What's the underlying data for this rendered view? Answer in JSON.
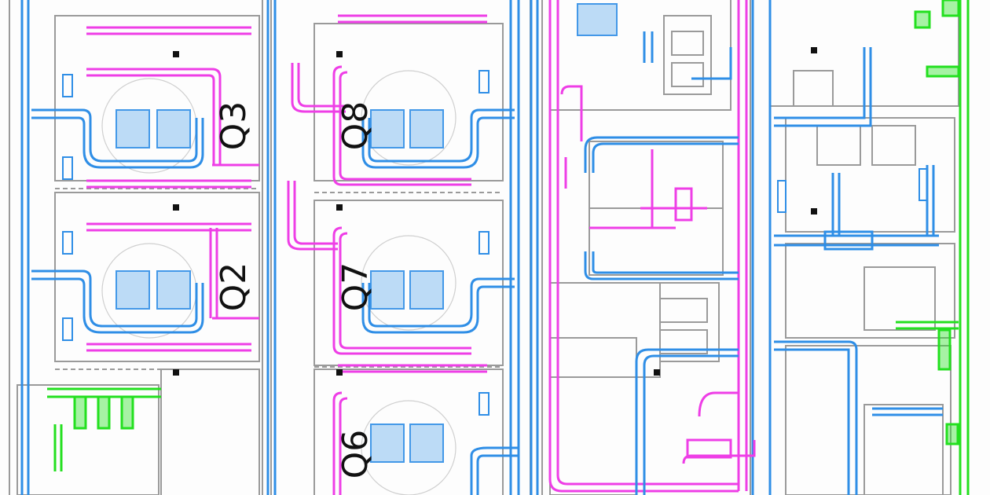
{
  "drawing": {
    "colors": {
      "supply_duct": "#2f8ee6",
      "return_duct": "#ee3ee6",
      "other_duct": "#23e01f",
      "walls": "#8c8c8c",
      "equipment": "#2f8ee6",
      "text": "#111111"
    },
    "room_labels": [
      {
        "text": "Q3",
        "side": "left"
      },
      {
        "text": "Q2",
        "side": "left"
      },
      {
        "text": "Q8",
        "side": "middle"
      },
      {
        "text": "Q7",
        "side": "middle"
      },
      {
        "text": "Q6",
        "side": "middle"
      }
    ]
  }
}
